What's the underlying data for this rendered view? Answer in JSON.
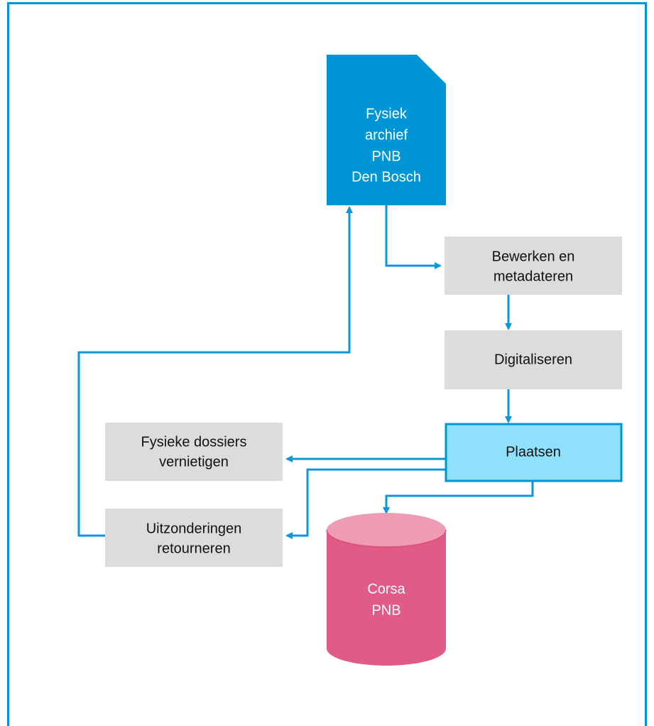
{
  "colors": {
    "frame": "#0096d6",
    "archive": "#0096d6",
    "process": "#dcdcdc",
    "highlight": "#8fe0fb",
    "highlight_border": "#0096d6",
    "database_body": "#e05c86",
    "database_top": "#ee9cb4",
    "connector": "#0a96d8"
  },
  "nodes": {
    "archive": {
      "icon": "document-icon",
      "lines": [
        "Fysiek",
        "archief",
        "PNB",
        "Den Bosch"
      ]
    },
    "edit": {
      "lines": [
        "Bewerken en",
        "metadateren"
      ]
    },
    "digitize": {
      "lines": [
        "Digitaliseren"
      ]
    },
    "place": {
      "lines": [
        "Plaatsen"
      ]
    },
    "destroy": {
      "lines": [
        "Fysieke dossiers",
        "vernietigen"
      ]
    },
    "exceptions": {
      "lines": [
        "Uitzonderingen",
        "retourneren"
      ]
    },
    "database": {
      "icon": "database-cylinder-icon",
      "lines": [
        "Corsa",
        "PNB"
      ]
    }
  }
}
